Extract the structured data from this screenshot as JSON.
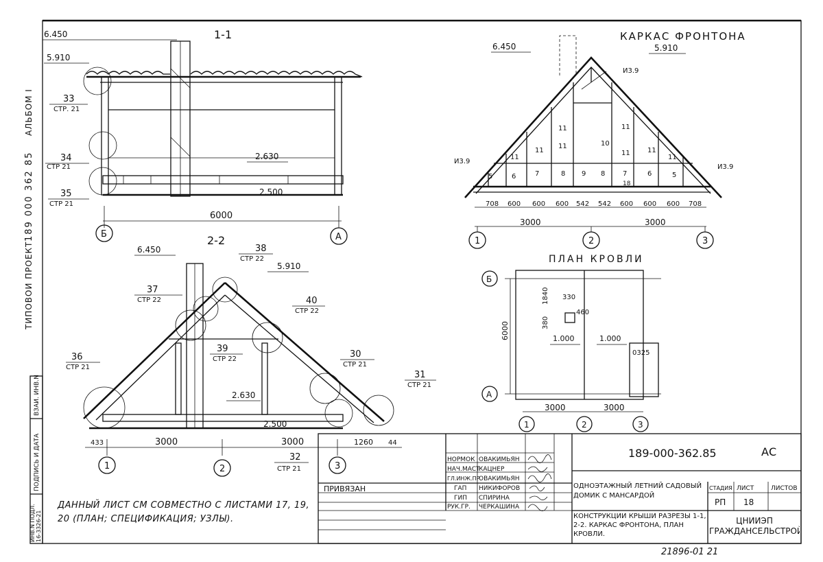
{
  "frame": {
    "side_labels": [
      "ТИПОВОИ ПРОЕКТ",
      "189 000 362 85",
      "АЛЬБОМ I"
    ],
    "left_stamp": [
      "ВЗАИ. ИНВ.N",
      "ПОДПИСЬ И ДАТА",
      "ИНВ.N ПОДЛ.",
      "16-3326-21"
    ]
  },
  "section_1_1": {
    "title": "1-1",
    "level_top": "6.450",
    "level_eave": "5.910",
    "level_floor1": "2.630",
    "level_floor2": "2.500",
    "dim_total": "6000",
    "axis_left": "Б",
    "axis_right": "А",
    "callouts": [
      {
        "num": "33",
        "ref": "СТР. 21"
      },
      {
        "num": "34",
        "ref": "СТР 21"
      },
      {
        "num": "35",
        "ref": "СТР 21"
      }
    ]
  },
  "section_2_2": {
    "title": "2-2",
    "level_top": "6.450",
    "level_eave": "5.910",
    "level_floor1": "2.630",
    "level_floor2": "2.500",
    "dims": [
      "433",
      "3000",
      "3000",
      "1260",
      "44"
    ],
    "axes": [
      "1",
      "2",
      "3"
    ],
    "callouts": [
      {
        "num": "36",
        "ref": "СТР 21"
      },
      {
        "num": "37",
        "ref": "СТР 22"
      },
      {
        "num": "38",
        "ref": "СТР 22"
      },
      {
        "num": "39",
        "ref": "СТР 22"
      },
      {
        "num": "40",
        "ref": "СТР 22"
      },
      {
        "num": "30",
        "ref": "СТР 21"
      },
      {
        "num": "31",
        "ref": "СТР 21"
      },
      {
        "num": "32",
        "ref": "СТР 21"
      }
    ]
  },
  "gable_frame": {
    "title": "КАРКАС ФРОНТОНА",
    "level_top": "6.450",
    "level_eave": "5.910",
    "marks": [
      "И3.9",
      "И3.9",
      "И3.9"
    ],
    "members": [
      "5",
      "6",
      "7",
      "8",
      "9",
      "8",
      "7",
      "6",
      "5",
      "10",
      "11",
      "11",
      "11",
      "11",
      "11",
      "11",
      "11",
      "11",
      "18"
    ],
    "dims": [
      "708",
      "600",
      "600",
      "600",
      "542",
      "542",
      "600",
      "600",
      "600",
      "708"
    ],
    "dim_halves": [
      "3000",
      "3000"
    ],
    "axes": [
      "1",
      "2",
      "3"
    ]
  },
  "roof_plan": {
    "title": "ПЛАН КРОВЛИ",
    "dims_top": [
      "1840",
      "330",
      "380",
      "460"
    ],
    "dim_side": "6000",
    "slopes": [
      "1.000",
      "1.000"
    ],
    "label_small": "0325",
    "dims_bottom": [
      "3000",
      "3000"
    ],
    "axes_bottom": [
      "1",
      "2",
      "3"
    ],
    "axes_side": [
      "Б",
      "А"
    ]
  },
  "note": "ДАННЫЙ ЛИСТ СМ СОВМЕСТНО С ЛИСТАМИ 17, 19, 20 (ПЛАН; СПЕЦИФИКАЦИЯ; УЗЛЫ).",
  "title_block": {
    "code": "189-000-362.85",
    "mark": "АС",
    "tied": "ПРИВЯЗАН",
    "signatures": [
      {
        "role": "НОРМОК",
        "name": "ОВАКИМЬЯН"
      },
      {
        "role": "НАЧ.МАСТ",
        "name": "КАЦНЕР"
      },
      {
        "role": "ГЛ.ИНЖ.ПР.",
        "name": "ОВАКИМЬЯН"
      },
      {
        "role": "ГАП",
        "name": "НИКИФОРОВ"
      },
      {
        "role": "ГИП",
        "name": "СПИРИНА"
      },
      {
        "role": "РУК.ГР.",
        "name": "ЧЕРКАШИНА"
      }
    ],
    "project": "ОДНОЭТАЖНЫЙ ЛЕТНИЙ САДОВЫЙ ДОМИК С МАНСАРДОЙ",
    "stage_header": "СТАДИЯ",
    "sheet_header": "ЛИСТ",
    "sheets_header": "ЛИСТОВ",
    "stage": "РП",
    "sheet": "18",
    "sheets": "",
    "drawing_title": "КОНСТРУКЦИИ КРЫШИ РАЗРЕЗЫ 1-1, 2-2. КАРКАС ФРОНТОНА, ПЛАН КРОВЛИ.",
    "org": "ЦНИИЭП ГРАЖДАНСЕЛЬСТРОЙ",
    "footer": "21896-01 21"
  }
}
